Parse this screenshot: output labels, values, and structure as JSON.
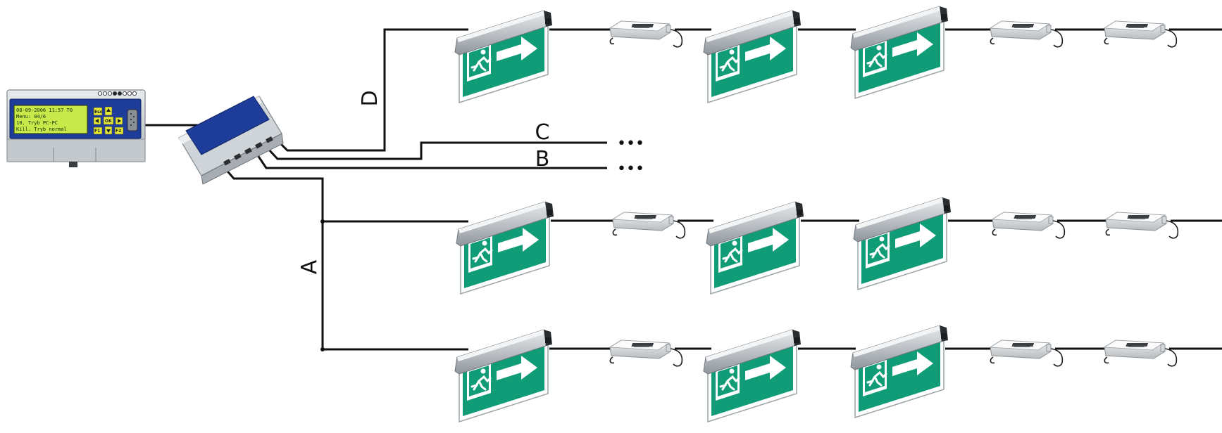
{
  "diagram": {
    "line_labels": {
      "a": "A",
      "b": "B",
      "c": "C",
      "d": "D"
    },
    "continuation": "•••",
    "controller": {
      "display_lines": [
        "08-09-2006 11:57 T0",
        "Menu: 04/6",
        "10. Tryb PC-PC",
        "Kill. Tryb normal"
      ],
      "keys": [
        "Esc",
        "OK",
        "F1",
        "F2"
      ]
    },
    "colors": {
      "wire": "#111111",
      "exit_sign_green": "#0f9e7a",
      "controller_blue": "#1e3c9a",
      "lcd": "#c9e84a",
      "housing_silver": "#b8bdc2"
    },
    "icons": [
      "controller-icon",
      "splitter-icon",
      "exit-sign-icon",
      "ballast-icon"
    ]
  }
}
